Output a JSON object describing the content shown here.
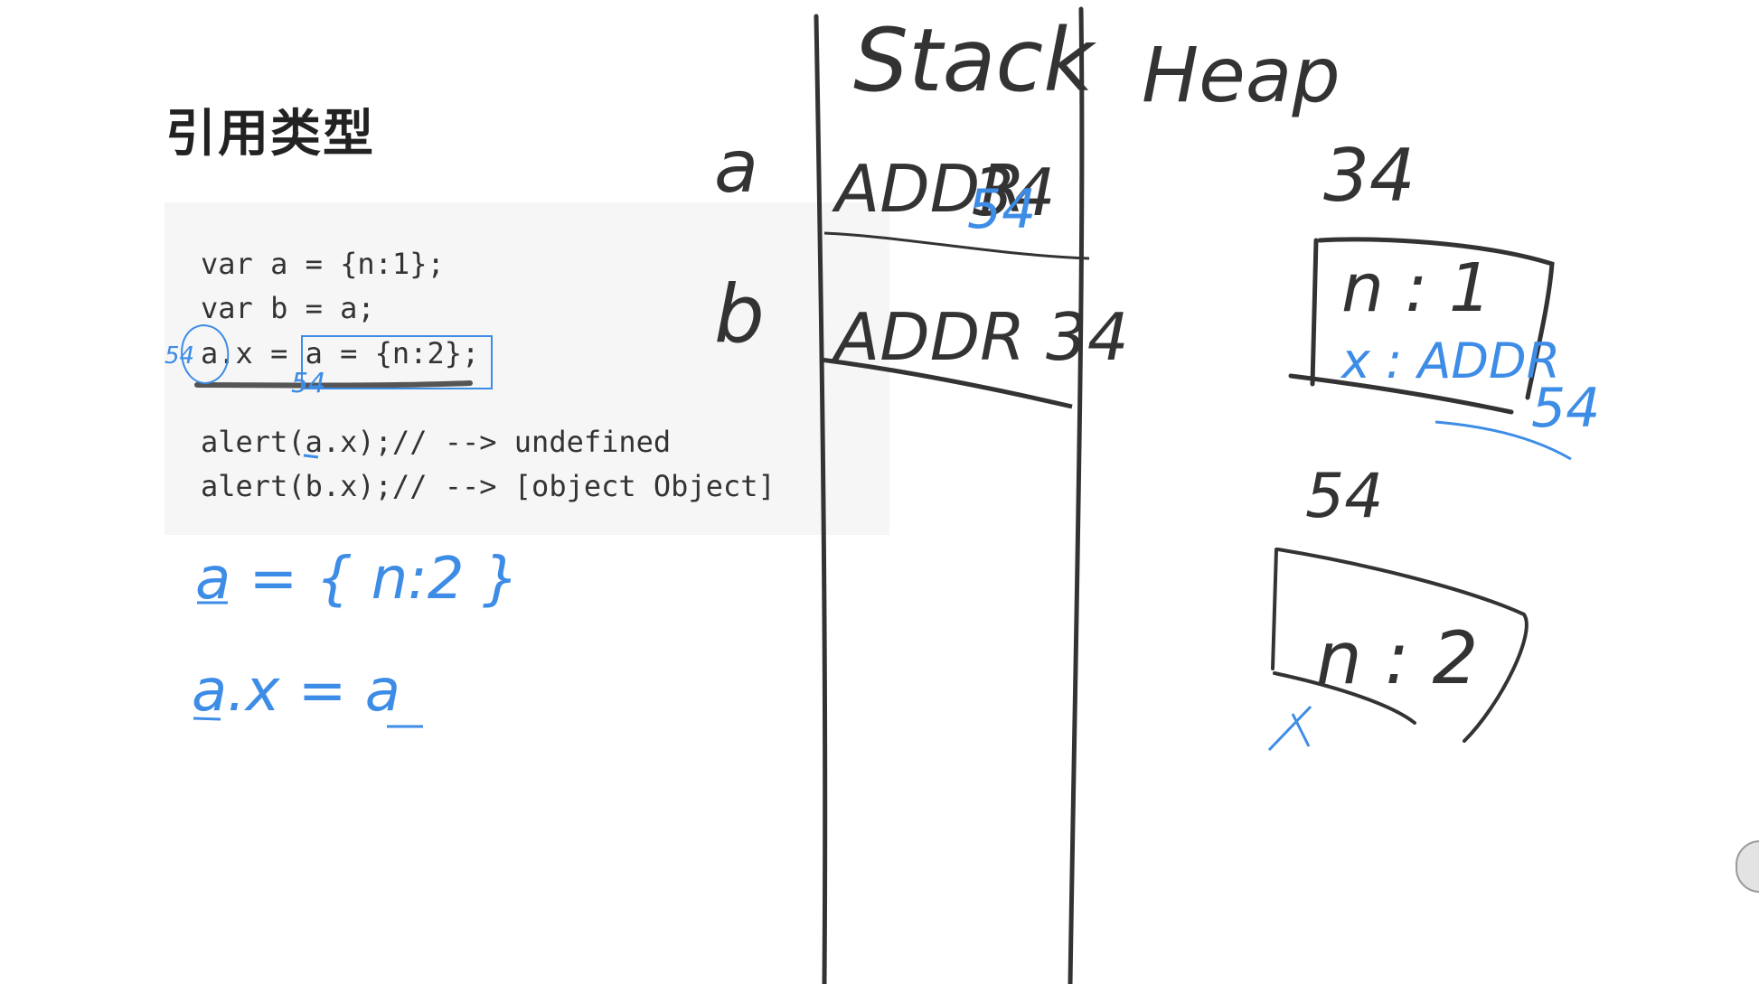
{
  "slide": {
    "title": "引用类型",
    "code_lines": [
      "var a = {n:1};",
      "var b = a;",
      "a.x = a = {n:2};",
      "",
      "alert(a.x);// --> undefined",
      "alert(b.x);// --> [object Object]"
    ]
  },
  "annotations": {
    "stack_label": "Stack",
    "heap_label": "Heap",
    "var_a": "a",
    "var_b": "b",
    "a_addr": "ADDR",
    "a_addr_old": "34",
    "a_addr_new": "54",
    "b_addr": "ADDR 34",
    "heap_addr_1": "34",
    "heap_obj_1_n": "n : 1",
    "heap_obj_1_x": "x : ADDR",
    "heap_obj_1_x_ref": "54",
    "heap_addr_2": "54",
    "heap_obj_2_n": "n : 2",
    "heap_obj_2_x": "X",
    "note_line_1": "a = { n:2 }",
    "note_line_2": "a.x = a",
    "note_inline_addr": "54",
    "note_inline_addr_left": "54"
  },
  "colors": {
    "ink_dark": "#333333",
    "ink_blue": "#3d8ce6",
    "code_bg": "#f6f6f6"
  }
}
